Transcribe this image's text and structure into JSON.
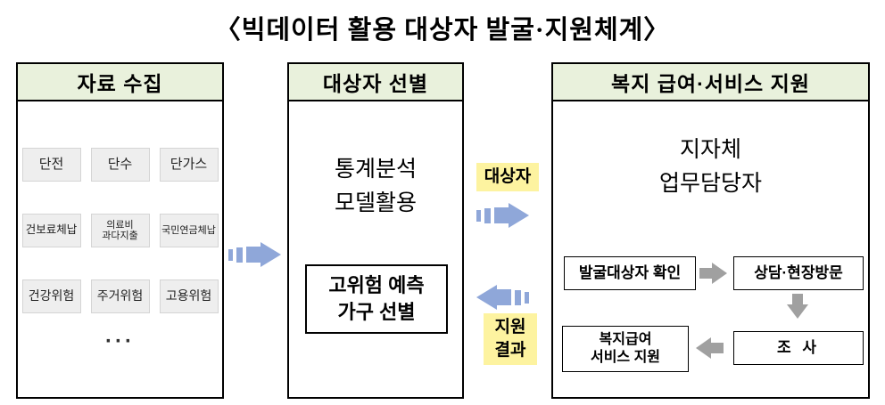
{
  "title": "〈빅데이터 활용 대상자 발굴·지원체계〉",
  "left": {
    "header": "자료 수집",
    "items": [
      "단전",
      "단수",
      "단가스",
      "건보료체납",
      "의료비\n과다지출",
      "국민연금체납",
      "건강위험",
      "주거위험",
      "고용위험"
    ],
    "ellipsis": "···"
  },
  "middle": {
    "header": "대상자 선별",
    "method": "통계분석\n모델활용",
    "result_box": "고위험 예측\n가구 선별"
  },
  "right": {
    "header": "복지 급여·서비스 지원",
    "staff": "지자체\n업무담당자",
    "step1": "발굴대상자 확인",
    "step2": "상담·현장방문",
    "step3": "조 사",
    "step4": "복지급여\n서비스 지원"
  },
  "flow_labels": {
    "to_right": "대상자",
    "to_left": "지원\n결과"
  },
  "colors": {
    "header_bg": "#e9f1dc",
    "arrow_blue": "#8fa7d9",
    "label_yellow": "#fdf3a0",
    "arrow_gray": "#a0a0a0",
    "cell_bg": "#eeeeee"
  }
}
